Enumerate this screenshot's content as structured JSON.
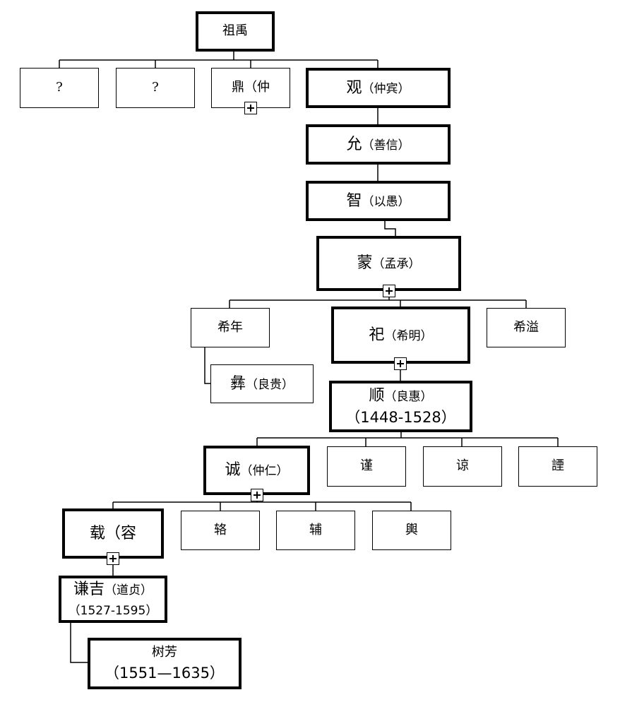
{
  "people": {
    "zuyu": {
      "name": "祖禹"
    },
    "unknown1": {
      "name": "?"
    },
    "unknown2": {
      "name": "?"
    },
    "ding": {
      "name": "鼎",
      "zi": "（仲"
    },
    "guan": {
      "name": "观",
      "zi": "（仲宾）"
    },
    "yun": {
      "name": "允",
      "zi": "（善信）"
    },
    "zhi": {
      "name": "智",
      "zi": "（以愚）"
    },
    "meng": {
      "name": "蒙",
      "zi": "（孟承）"
    },
    "xinian": {
      "name": "希年"
    },
    "xiyi": {
      "name": "希溢"
    },
    "si": {
      "name": "祀",
      "zi": "（希明）"
    },
    "yi": {
      "name": "彝",
      "zi": "（良贵）"
    },
    "shun": {
      "name": "顺",
      "zi": "（良惠）",
      "years": "（1448-1528）"
    },
    "cheng": {
      "name": "诚",
      "zi": "（仲仁）"
    },
    "jin": {
      "name": "谨"
    },
    "liang": {
      "name": "谅"
    },
    "yi2": {
      "name": "諲"
    },
    "zai": {
      "name": "载",
      "zi": "（容"
    },
    "lu": {
      "name": "辂"
    },
    "fu": {
      "name": "辅"
    },
    "yu": {
      "name": "輿"
    },
    "qianji": {
      "name": "谦吉",
      "zi": "（道贞）",
      "years": "（1527-1595）"
    },
    "shufang": {
      "name": "树芳",
      "years": "（1551—1635）"
    }
  }
}
